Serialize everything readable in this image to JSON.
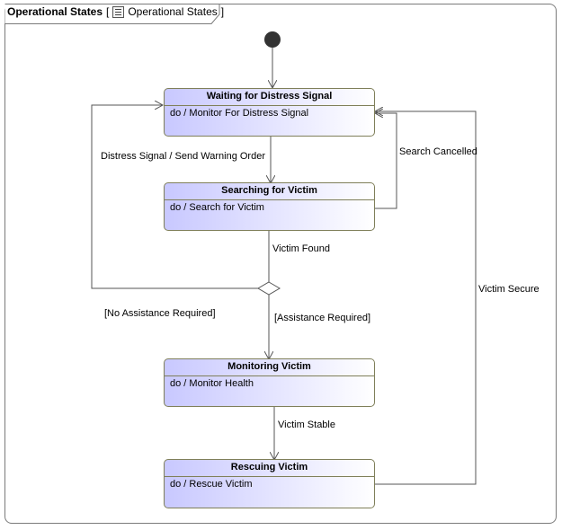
{
  "frame": {
    "title": "Operational States",
    "ref_open": "[",
    "ref_name": "Operational States",
    "ref_close": "]",
    "ref_icon": "diagram-icon"
  },
  "states": [
    {
      "id": "waiting",
      "name": "Waiting for Distress Signal",
      "activity": "do / Monitor For Distress Signal"
    },
    {
      "id": "searching",
      "name": "Searching for Victim",
      "activity": "do / Search for Victim"
    },
    {
      "id": "monitoring",
      "name": "Monitoring Victim",
      "activity": "do / Monitor Health"
    },
    {
      "id": "rescuing",
      "name": "Rescuing Victim",
      "activity": "do / Rescue Victim"
    }
  ],
  "transitions": {
    "distress": "Distress Signal / Send Warning Order",
    "cancelled": "Search Cancelled",
    "found": "Victim Found",
    "no_assist": "[No Assistance Required]",
    "assist": "[Assistance Required]",
    "stable": "Victim Stable",
    "secure": "Victim Secure"
  },
  "colors": {
    "state_fill_start": "#c8c8ff",
    "state_border": "#7f7f5a",
    "line": "#555555"
  }
}
